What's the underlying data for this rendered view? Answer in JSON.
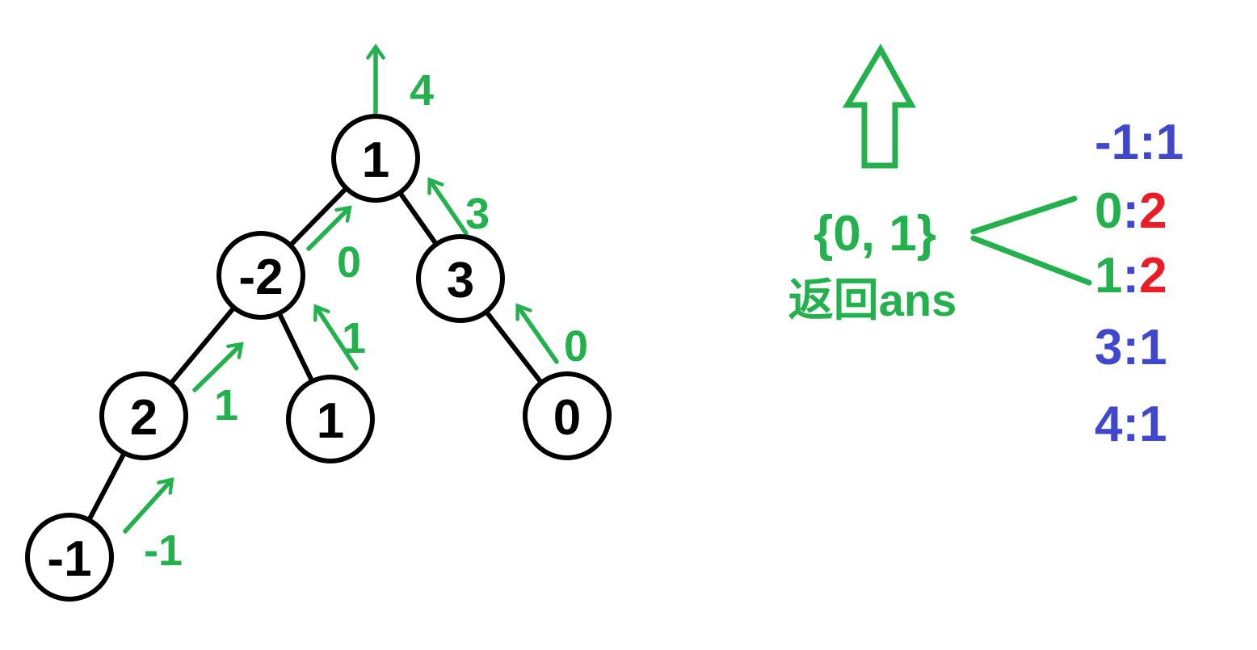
{
  "colors": {
    "green": "#22B14C",
    "blue": "#3F48CC",
    "red": "#ED1C24",
    "black": "#000000"
  },
  "tree": {
    "nodes": [
      {
        "name": "root",
        "value": "1"
      },
      {
        "name": "left",
        "value": "-2"
      },
      {
        "name": "right",
        "value": "3"
      },
      {
        "name": "left-left",
        "value": "2"
      },
      {
        "name": "left-right",
        "value": "1"
      },
      {
        "name": "right-right",
        "value": "0"
      },
      {
        "name": "left-left-left",
        "value": "-1"
      }
    ],
    "return_values": [
      {
        "from": "root",
        "to": "up",
        "label": "4"
      },
      {
        "from": "left",
        "to": "root",
        "label": "0"
      },
      {
        "from": "right",
        "to": "root",
        "label": "3"
      },
      {
        "from": "left-left",
        "to": "left",
        "label": "1"
      },
      {
        "from": "left-right",
        "to": "left",
        "label": "1"
      },
      {
        "from": "right-right",
        "to": "right",
        "label": "0"
      },
      {
        "from": "left-left-left",
        "to": "left-left",
        "label": "-1"
      }
    ]
  },
  "annotation": {
    "result_set": "{0, 1}",
    "return_text": "返回ans"
  },
  "count_map": {
    "entries": [
      {
        "key": "-1",
        "colon": ":",
        "count": "1",
        "key_color": "#3F48CC",
        "colon_color": "#3F48CC",
        "count_color": "#3F48CC"
      },
      {
        "key": "0",
        "colon": ":",
        "count": "2",
        "key_color": "#22B14C",
        "colon_color": "#3F48CC",
        "count_color": "#ED1C24"
      },
      {
        "key": "1",
        "colon": ":",
        "count": "2",
        "key_color": "#22B14C",
        "colon_color": "#3F48CC",
        "count_color": "#ED1C24"
      },
      {
        "key": "3",
        "colon": ":",
        "count": "1",
        "key_color": "#3F48CC",
        "colon_color": "#3F48CC",
        "count_color": "#3F48CC"
      },
      {
        "key": "4",
        "colon": ":",
        "count": "1",
        "key_color": "#3F48CC",
        "colon_color": "#3F48CC",
        "count_color": "#3F48CC"
      }
    ]
  }
}
